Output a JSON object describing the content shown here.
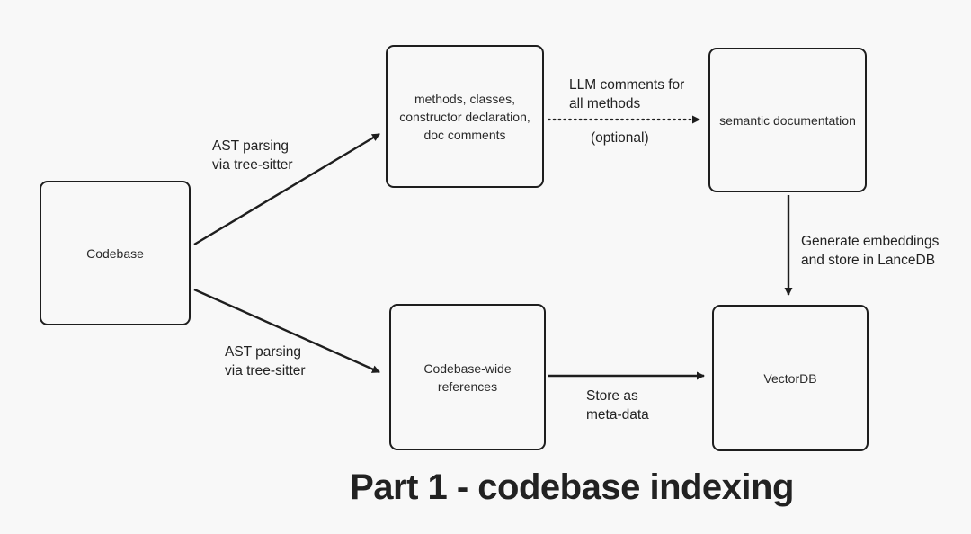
{
  "diagram": {
    "title": "Part 1 - codebase indexing",
    "colors": {
      "background": "#f8f8f8",
      "stroke": "#1e1e1e",
      "text": "#222222"
    },
    "nodes": {
      "codebase": {
        "lines": [
          "Codebase"
        ]
      },
      "parsed_elements": {
        "lines": [
          "methods, classes,",
          "constructor declaration,",
          "doc comments"
        ]
      },
      "semantic_documentation": {
        "lines": [
          "semantic documentation"
        ]
      },
      "codebase_wide_references": {
        "lines": [
          "Codebase-wide",
          "references"
        ]
      },
      "vectordb": {
        "lines": [
          "VectorDB"
        ]
      }
    },
    "edges": {
      "ast_parsing_top": {
        "lines": [
          "AST parsing",
          "via tree-sitter"
        ],
        "style": "solid"
      },
      "ast_parsing_bottom": {
        "lines": [
          "AST parsing",
          "via tree-sitter"
        ],
        "style": "solid"
      },
      "llm_comments": {
        "lines": [
          "LLM comments for",
          "all methods"
        ],
        "note": "(optional)",
        "style": "dotted"
      },
      "generate_embeddings": {
        "lines": [
          "Generate embeddings",
          "and store in LanceDB"
        ],
        "style": "solid"
      },
      "store_as_metadata": {
        "lines": [
          "Store as",
          "meta-data"
        ],
        "style": "solid"
      }
    }
  }
}
